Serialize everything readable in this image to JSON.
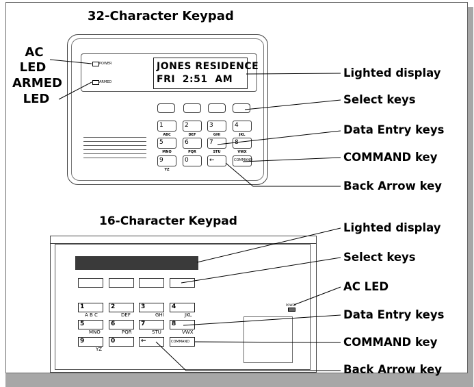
{
  "top_title": "32-Character Keypad",
  "bottom_title": "16-Character Keypad",
  "left_labels": {
    "ac": "AC",
    "led1": "LED",
    "armed": "ARMED",
    "led2": "LED"
  },
  "top_callouts": [
    "Lighted display",
    "Select keys",
    "Data Entry keys",
    "COMMAND key",
    "Back Arrow key"
  ],
  "bottom_callouts": [
    "Lighted display",
    "Select keys",
    "AC LED",
    "Data Entry keys",
    "COMMAND key",
    "Back Arrow key"
  ],
  "keypad32": {
    "display_line1": "JONES RESIDENCE",
    "display_line2": "FRI  2:51  AM",
    "led_power": "POWER",
    "led_armed": "ARMED",
    "keys": [
      "1",
      "2",
      "3",
      "4",
      "5",
      "6",
      "7",
      "8",
      "9",
      "0",
      "←",
      "COMMAND"
    ],
    "key_subs": [
      "ABC",
      "DEF",
      "GHI",
      "JKL",
      "MNO",
      "PQR",
      "STU",
      "VWX",
      "YZ"
    ]
  },
  "keypad16": {
    "led_power": "POWER",
    "keys": [
      "1",
      "2",
      "3",
      "4",
      "5",
      "6",
      "7",
      "8",
      "9",
      "0",
      "←",
      "COMMAND"
    ],
    "key_subs": [
      "A B C",
      "DEF",
      "GHI",
      "JKL",
      "MNO",
      "PQR",
      "STU",
      "VWX",
      "YZ"
    ]
  }
}
